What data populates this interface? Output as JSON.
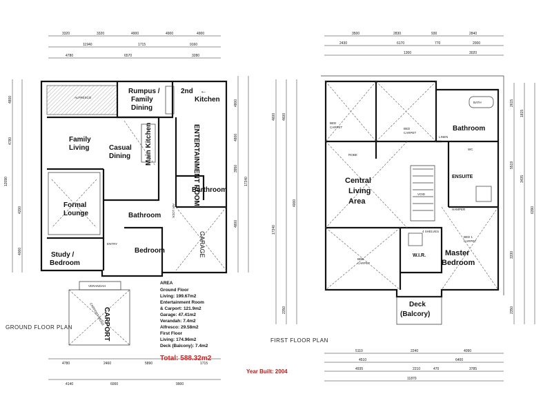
{
  "plans": {
    "ground_title": "GROUND FLOOR PLAN",
    "first_title": "FIRST FLOOR PLAN"
  },
  "ground_rooms": {
    "rumpus": [
      "Rumpus /",
      "Family",
      "Dining"
    ],
    "kitchen2": [
      "2nd",
      "Kitchen"
    ],
    "family_living": [
      "Family",
      "Living"
    ],
    "casual_dining": [
      "Casual",
      "Dining"
    ],
    "main_kitchen": "Main Kitchen",
    "entertainment": "ENTERTAINMENT ROOM",
    "bathroom_right": "Barthroom",
    "formal_lounge": [
      "Formal",
      "Lounge"
    ],
    "bathroom": "Bathroom",
    "bedroom": "Bedroom",
    "study": [
      "Study /",
      "Bedroom"
    ],
    "garage": "GARAGE",
    "carport": "CARPORT",
    "alfresco": "ALFRESCO",
    "entry": "ENTRY",
    "verandah": "VERANDAH",
    "air_lock": "AIR LOCK",
    "carport_ridge": "CARPORT RIDGE"
  },
  "first_rooms": {
    "central_living": [
      "Central",
      "Living",
      "Area"
    ],
    "master_bedroom": [
      "Master",
      "Bedroom"
    ],
    "bathroom": "Bathroom",
    "ensuite": "ENSUITE",
    "wir": "W.I.R.",
    "void": "VOID",
    "deck": [
      "Deck",
      "(Balcory)"
    ],
    "bed_carpet_1": [
      "BED",
      "CARPET"
    ],
    "bed_carpet_2": [
      "BED",
      "CARPET"
    ],
    "bed_carpet_3": [
      "BED",
      "CARPET"
    ],
    "bed1": [
      "BED 1",
      "CARPET"
    ],
    "wc": "WC",
    "robe": "ROBE",
    "linen": "LINEN",
    "bath": "BATH",
    "shelves": "4 SHELVES",
    "hamper": "HAMPER"
  },
  "area": {
    "heading": "AREA",
    "lines": [
      "Ground Floor",
      "Living: 199.67m2",
      "Entertainment Room",
      "& Carport: 121.9m2",
      "Garage: 47.41m2",
      "Verandah: 7.4m2",
      "Alfresco: 29.58m2",
      "First Floor",
      "Living: 174.96m2",
      "Deck (Balcony): 7.4m2"
    ],
    "total": "Total:  588.32m2",
    "year_built": "Year Built: 2004"
  },
  "dims": {
    "g_top1": [
      "3320",
      "3320",
      "4900",
      "4900",
      "4900"
    ],
    "g_top2": [
      "11940",
      "1715",
      "9160"
    ],
    "g_top3": [
      "4780",
      "6570",
      "3280"
    ],
    "g_bottom1": [
      "4780",
      "2460",
      "5890",
      "1715"
    ],
    "g_bottom2": [
      "4140",
      "6000",
      "9900"
    ],
    "g_left": [
      "4800",
      "4780",
      "12090",
      "4200",
      "4000"
    ],
    "g_right": [
      "4800",
      "4800",
      "3950",
      "4800",
      "17340"
    ],
    "f_top1": [
      "3500",
      "2830",
      "930",
      "2840"
    ],
    "f_top2": [
      "2430",
      "6170",
      "770",
      "2000"
    ],
    "f_top3": [
      "1300",
      "3020"
    ],
    "f_bottom1": [
      "5110",
      "2240",
      "4090"
    ],
    "f_bottom2": [
      "4510",
      "6400"
    ],
    "f_bottom3": [
      "4935",
      "2210",
      "470",
      "3785"
    ],
    "f_bottom4": "11870",
    "f_left": [
      "4600",
      "4600",
      "4000",
      "2350",
      "17340"
    ],
    "f_right": [
      "2615",
      "1815",
      "5519",
      "3435",
      "3330",
      "6390",
      "2350"
    ]
  },
  "colors": {
    "total": "#d61f1f",
    "year": "#c01818"
  }
}
